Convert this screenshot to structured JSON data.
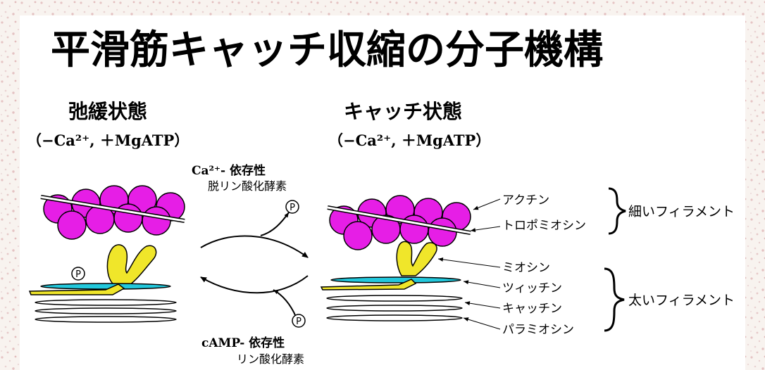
{
  "title": "平滑筋キャッチ収縮の分子機構",
  "colors": {
    "background": "#f8f3ef",
    "speckle": "#e6c4c4",
    "actin": "#e61ee6",
    "tropomyosin": "#ffffff",
    "myosin": "#f0e62a",
    "twitchin": "#22c8dc",
    "paramyosin": "#ffffff",
    "outline": "#000000"
  },
  "left_state": {
    "title": "弛緩状態",
    "condition": "（−Ca²⁺, ＋MgATP）"
  },
  "right_state": {
    "title": "キャッチ状態",
    "condition": "（−Ca²⁺, ＋MgATP）"
  },
  "enzymes": {
    "top_line1": "Ca²⁺- 依存性",
    "top_line2": "脱リン酸化酵素",
    "bottom_line1": "cAMP- 依存性",
    "bottom_line2": "リン酸化酵素"
  },
  "phosphate_symbol": "P",
  "labels": {
    "actin": "アクチン",
    "tropomyosin": "トロポミオシン",
    "myosin": "ミオシン",
    "twitchin": "ツィッチン",
    "catchin": "キャッチン",
    "paramyosin": "パラミオシン"
  },
  "groups": {
    "thin_filament": "細いフィラメント",
    "thick_filament": "太いフィラメント"
  }
}
